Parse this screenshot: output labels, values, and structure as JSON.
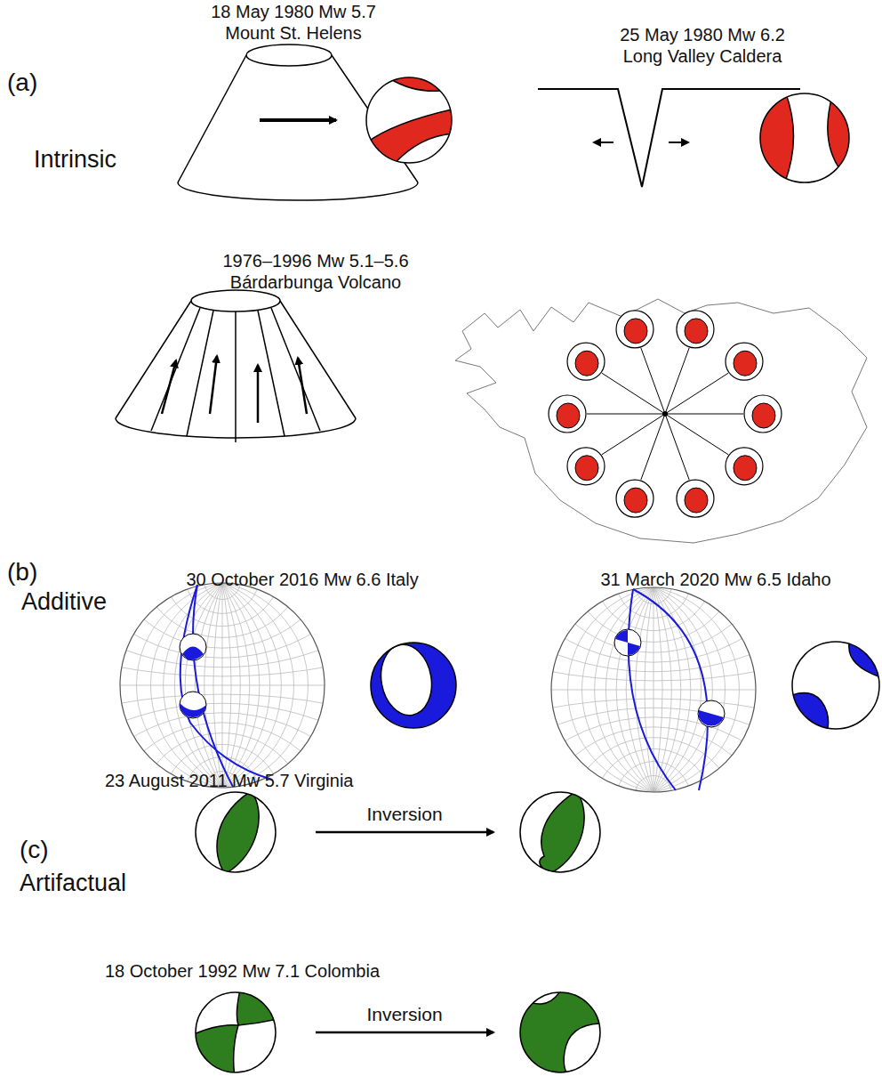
{
  "diagram": {
    "labels": [
      "(a)",
      "Intrinsic",
      "18 May 1980 Mw 5.7",
      "Mount St. Helens",
      "25 May 1980 Mw 6.2",
      "Long Valley Caldera",
      "1976–1996 Mw 5.1–5.6",
      "Bárdarbunga Volcano",
      "(b)",
      "Additive",
      "30 October 2016 Mw 6.6 Italy",
      "31 March 2020 Mw 6.5 Idaho",
      "23 August 2011 Mw 5.7 Virginia",
      "(c)",
      "Artifactual",
      "Inversion",
      "18 October 1992 Mw 7.1 Colombia",
      "Inversion"
    ]
  }
}
